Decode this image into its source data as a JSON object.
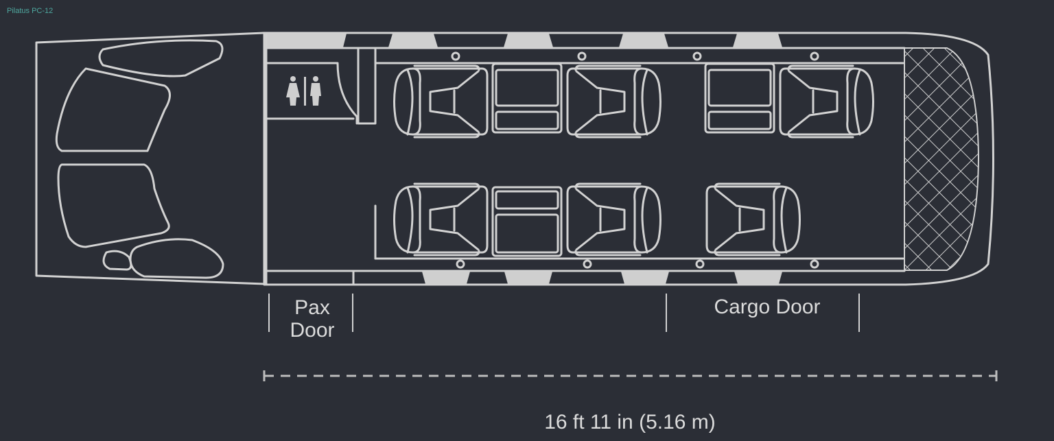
{
  "title": "Pilatus PC-12",
  "labels": {
    "pax_door_line1": "Pax",
    "pax_door_line2": "Door",
    "cargo_door": "Cargo Door",
    "cabin_length": "16 ft 11 in (5.16 m)"
  },
  "colors": {
    "background": "#2b2e36",
    "lines": "#d2d2d2",
    "title": "#4fa9a0"
  }
}
